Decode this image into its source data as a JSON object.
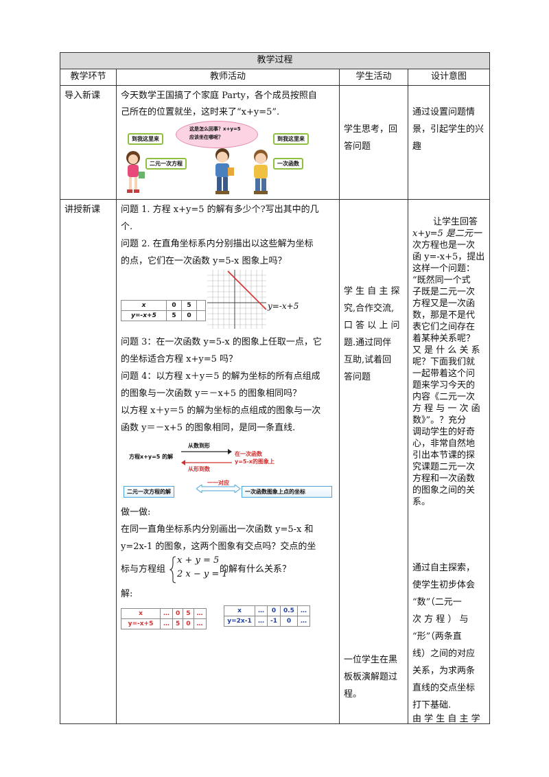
{
  "table": {
    "title": "教学过程",
    "headers": [
      "教学环节",
      "教师活动",
      "学生活动",
      "设计意图"
    ]
  },
  "row1": {
    "stage": "导入新课",
    "teacher_line1": "今天数学王国搞了个家庭 Party，各个成员按照自",
    "teacher_line2": "己所在的位置就坐，这时来了“x+y=5”.",
    "cartoon": {
      "bubble_left": "到我这里来",
      "card_left": "二元一次方程",
      "cloud_line1": "这是怎么回事？x+y=5",
      "cloud_line2": "应该坐在哪呢？",
      "bubble_right": "到我这里来",
      "card_right": "一次函数"
    },
    "student": "学生思考，回答问题",
    "intent": "通过设置问题情景，引起学生的兴趣"
  },
  "row2": {
    "stage": "讲授新课",
    "q1_line1": "问题 1. 方程 x+y=5 的解有多少个?写出其中的几",
    "q1_line2": "个.",
    "q2_line1": "问题 2. 在直角坐标系内分别描出以这些解为坐标",
    "q2_line2": "的点，它们在一次函数 y=5-x 图象上吗？",
    "table1": {
      "r1": [
        "x",
        "0",
        "5",
        ""
      ],
      "r2": [
        "y=-x+5",
        "5",
        "0",
        ""
      ]
    },
    "graph_label": "y=-x+5",
    "q3_line1": "问题 3：在一次函数 y=5-x 的图象上任取一点，它",
    "q3_line2": "的坐标适合方程 x+y=5 吗？",
    "q4_line1": "问题 4：以方程 x＋y＝5 的解为坐标的所有点组成",
    "q4_line2": "的图象与一次函数 y＝－x+5 的图象相同吗？",
    "c_line1": "以方程 x＋y＝5 的解为坐标的点组成的图象与一次",
    "c_line2": "函数 y＝－x+5 的图象相同，是同一条直线.",
    "diagram": {
      "left": "方程x+y=5 的解",
      "top_arrow": "从数到形",
      "right1": "在一次函数",
      "right2": "y=5-x的图象上",
      "bottom_arrow": "从形到数",
      "corr": "一一对应",
      "box_left": "二元一次方程的解",
      "box_right": "一次函数图象上点的坐标"
    },
    "try_title": "做一做:",
    "try_line1": "在同一直角坐标系内分别画出一次函数  y=5-x 和",
    "try_line2": "y=2x-1 的图象，这两个图象有交点吗？交点的坐",
    "try_line3a": "标与方程组",
    "system_eq1": "x + y = 5",
    "system_eq2": "2 x − y = 1",
    "try_line3b": "的解有什么关系？",
    "sol_label": "解:",
    "table2": {
      "r1": [
        "x",
        "…",
        "0",
        "5",
        "…"
      ],
      "r2": [
        "y=-x+5",
        "…",
        "5",
        "0",
        "…"
      ]
    },
    "table3": {
      "r1": [
        "x",
        "…",
        "0",
        "0.5",
        "…"
      ],
      "r2": [
        "y=2x-1",
        "…",
        "-1",
        "0",
        "…"
      ]
    },
    "student1_lines": [
      "学 生 自 主 探",
      "究,合作交流,",
      "口 答 以 上 问",
      "题.通过同伴",
      "互助,试着回",
      "答问题"
    ],
    "student2_lines": [
      "一位学生在黑",
      "板板演解题过",
      "程。"
    ],
    "intent1_lines": [
      "让学生回答",
      "x+y=5 是二元一",
      "次方程也是一次",
      "函 y=-x+5，提出",
      "这样一个问题：",
      "“既然同一个式",
      "子既是二元一次",
      "方程又是一次函",
      "数，那是不是代",
      "表它们之间存在",
      "着某种关系呢？",
      "又 是 什 么 关 系",
      "呢？下面我们就",
      "一起带着这个问",
      "题来学习今天的",
      "内容《二元一次",
      "方 程 与 一 次 函",
      "数》”。？充分",
      "调动学生的好奇",
      "心，非常自然地",
      "引出本节课的探",
      "究课题二元一次",
      "方程和一次函数",
      "的图象之间的关",
      "系。"
    ],
    "intent2_lines": [
      "通过自主探索，",
      "使学生初步体会",
      "“数”（二元一",
      "次 方 程 ） 与",
      "“形”（两条直",
      "线）之间的对应",
      "关系，为求两条",
      "直线的交点坐标",
      "打下基础.",
      "由 学 生 自 主 学"
    ]
  }
}
